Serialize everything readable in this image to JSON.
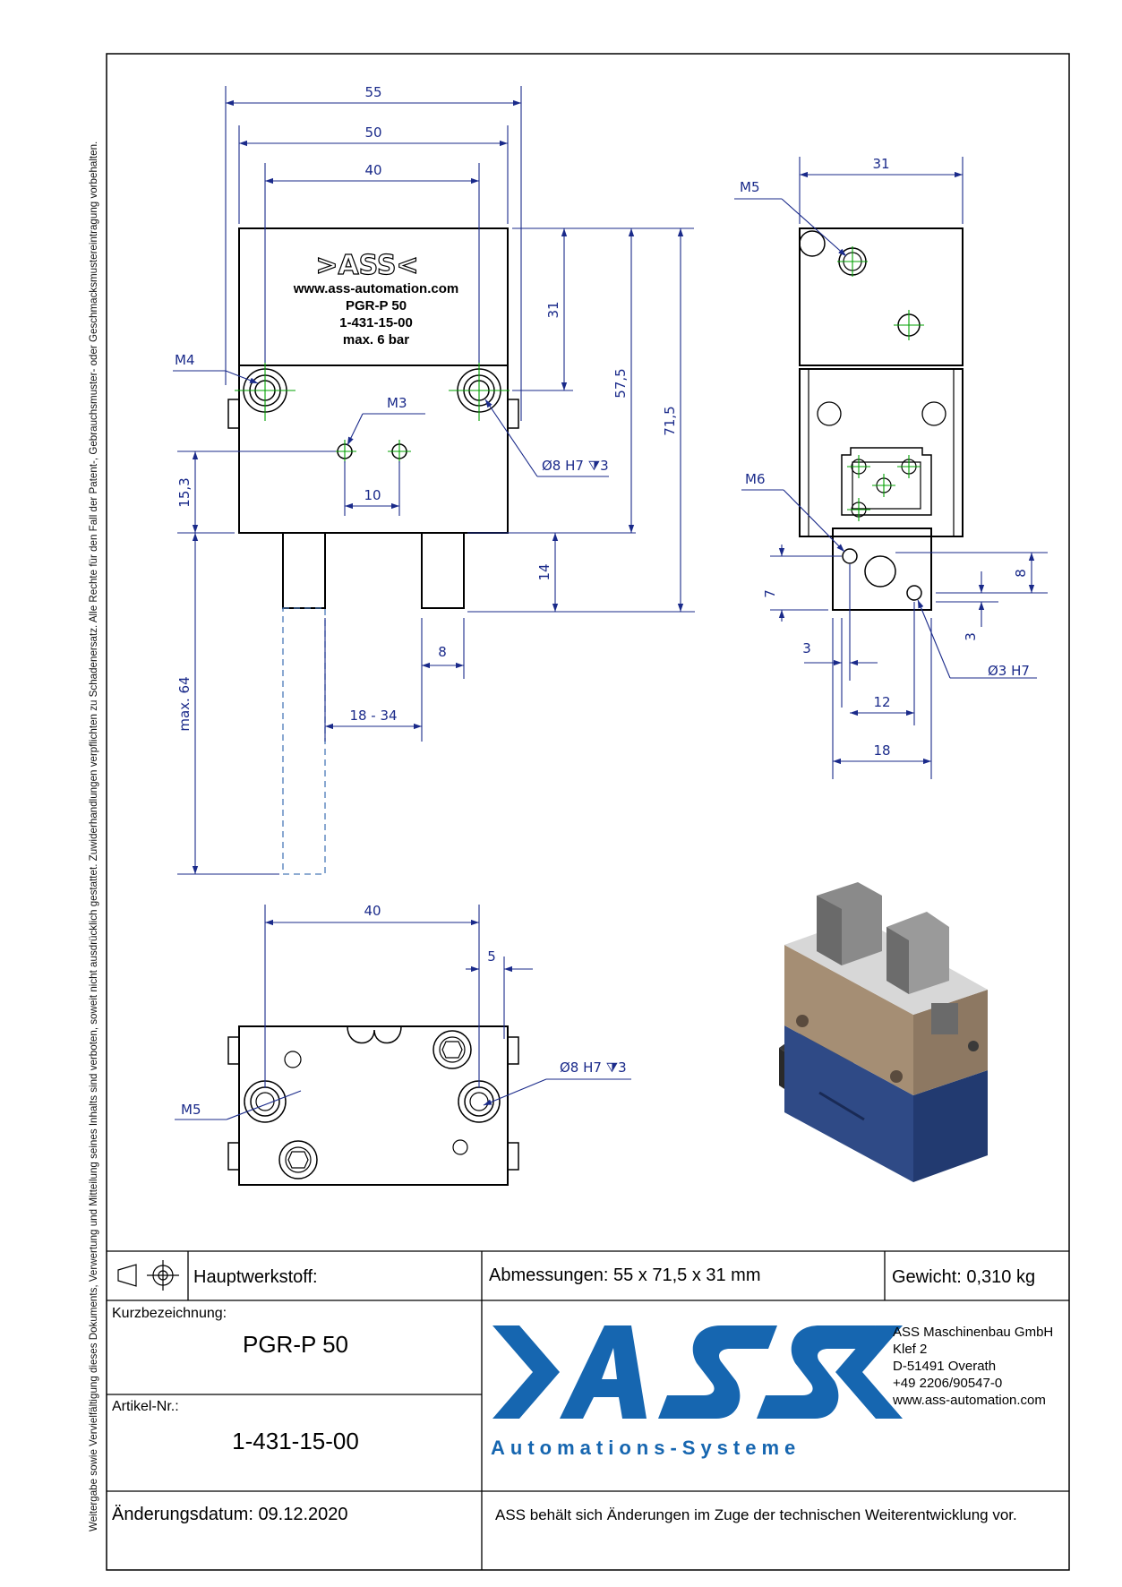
{
  "side_note": "Weitergabe sowie Vervielfältigung dieses Dokuments, Verwertung und Mitteilung seines Inhalts sind verboten, soweit nicht ausdrücklich gestattet. Zuwiderhandlungen verpflichten zu Schadenersatz. Alle Rechte für den Fall der Patent-, Gebrauchsmuster- oder Geschmacksmustereintragung vorbehalten.",
  "front_view": {
    "dims": {
      "w55": "55",
      "w50": "50",
      "w40": "40",
      "h31": "31",
      "h57_5": "57,5",
      "h71_5": "71,5",
      "h15_3": "15,3",
      "h14": "14",
      "w8": "8",
      "w10": "10",
      "stroke": "18 - 34",
      "max64": "max. 64"
    },
    "callouts": {
      "m4": "M4",
      "m3": "M3",
      "pin": "Ø8 H7 ⧩3"
    },
    "engraving": {
      "url": "www.ass-automation.com",
      "model": "PGR-P 50",
      "article": "1-431-15-00",
      "pressure": "max. 6 bar"
    }
  },
  "side_view": {
    "dims": {
      "w31": "31",
      "h7": "7",
      "h8": "8",
      "h3": "3",
      "w3": "3",
      "w12": "12",
      "w18": "18"
    },
    "callouts": {
      "m5": "M5",
      "m6": "M6",
      "pin": "Ø3 H7"
    }
  },
  "bottom_view": {
    "dims": {
      "w40": "40",
      "w5": "5"
    },
    "callouts": {
      "m5": "M5",
      "pin": "Ø8 H7 ⧩3"
    }
  },
  "title_block": {
    "material_label": "Hauptwerkstoff:",
    "dimensions": "Abmessungen: 55 x 71,5 x 31 mm",
    "weight": "Gewicht: 0,310 kg",
    "short_label": "Kurzbezeichnung:",
    "short_value": "PGR-P 50",
    "article_label": "Artikel-Nr.:",
    "article_value": "1-431-15-00",
    "logo_subtitle": "Automations-Systeme",
    "company": [
      "ASS Maschinenbau GmbH",
      "Klef 2",
      "D-51491 Overath",
      "+49 2206/90547-0",
      "www.ass-automation.com"
    ],
    "date": "Änderungsdatum: 09.12.2020",
    "disclaimer": "ASS behält sich Änderungen im Zuge der technischen Weiterentwicklung vor."
  },
  "colors": {
    "dimension": "#1a2a8a",
    "centerline": "#00a000",
    "logo": "#1666b0",
    "body_blue": "#2f4a86",
    "body_bronze": "#a58e74"
  }
}
